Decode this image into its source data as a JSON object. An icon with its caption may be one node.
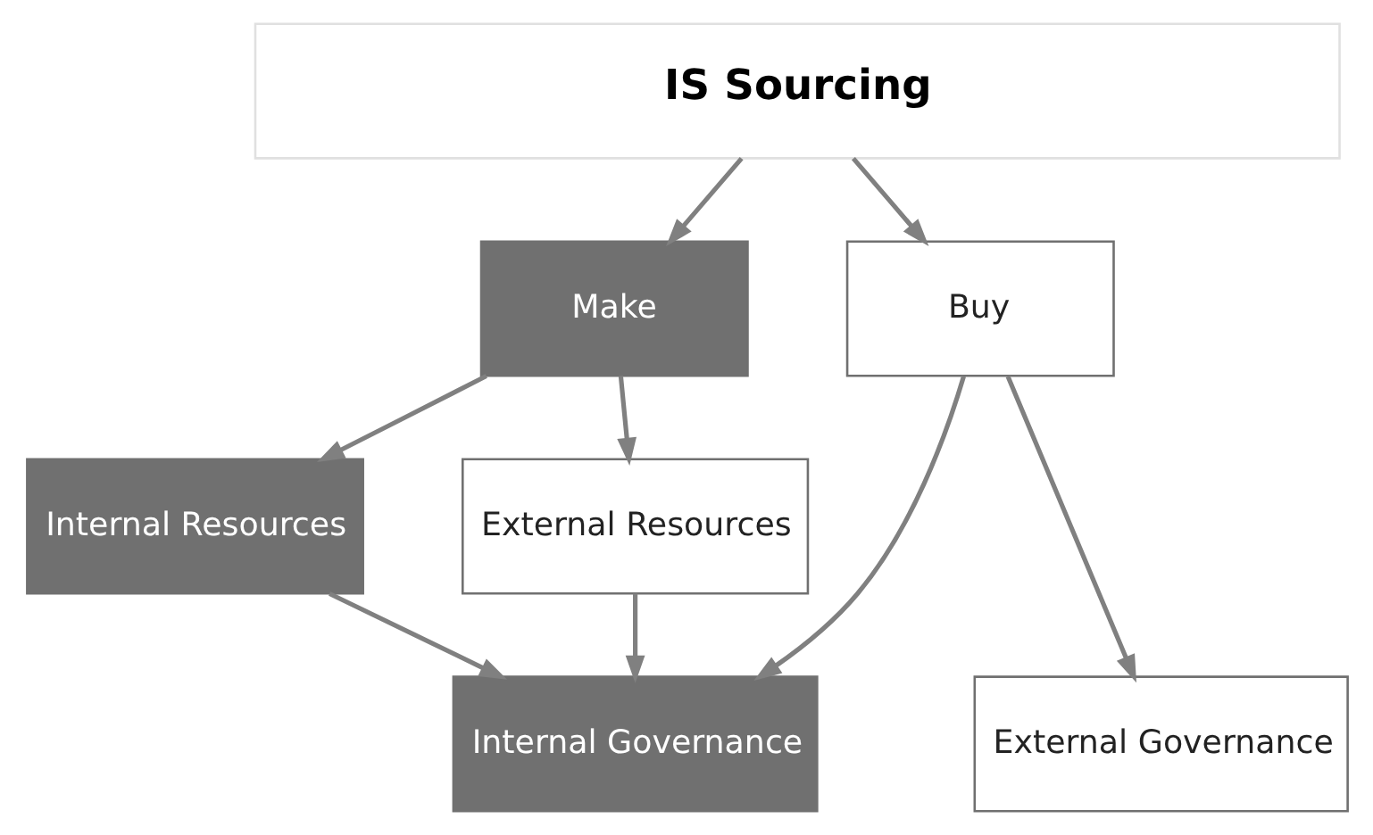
{
  "diagram": {
    "nodes": [
      {
        "text": [
          "IS Sourcing"
        ]
      },
      {
        "text": [
          "Make"
        ]
      },
      {
        "text": [
          "Buy"
        ]
      },
      {
        "text": [
          "Internal Resources"
        ]
      },
      {
        "text": [
          "External Resources"
        ]
      },
      {
        "text": [
          "Internal Governance"
        ]
      },
      {
        "text": [
          "External Governance"
        ]
      }
    ],
    "edges": [
      {
        "from": 0,
        "to": 1,
        "arrow": "to"
      },
      {
        "from": 0,
        "to": 2,
        "arrow": "to"
      },
      {
        "from": 1,
        "to": 3,
        "arrow": "to"
      },
      {
        "from": 1,
        "to": 4,
        "arrow": "to"
      },
      {
        "from": 3,
        "to": 5,
        "arrow": "to"
      },
      {
        "from": 4,
        "to": 5,
        "arrow": "to"
      },
      {
        "from": 2,
        "to": 5,
        "arrow": "to"
      },
      {
        "from": 2,
        "to": 6,
        "arrow": "to"
      }
    ]
  }
}
